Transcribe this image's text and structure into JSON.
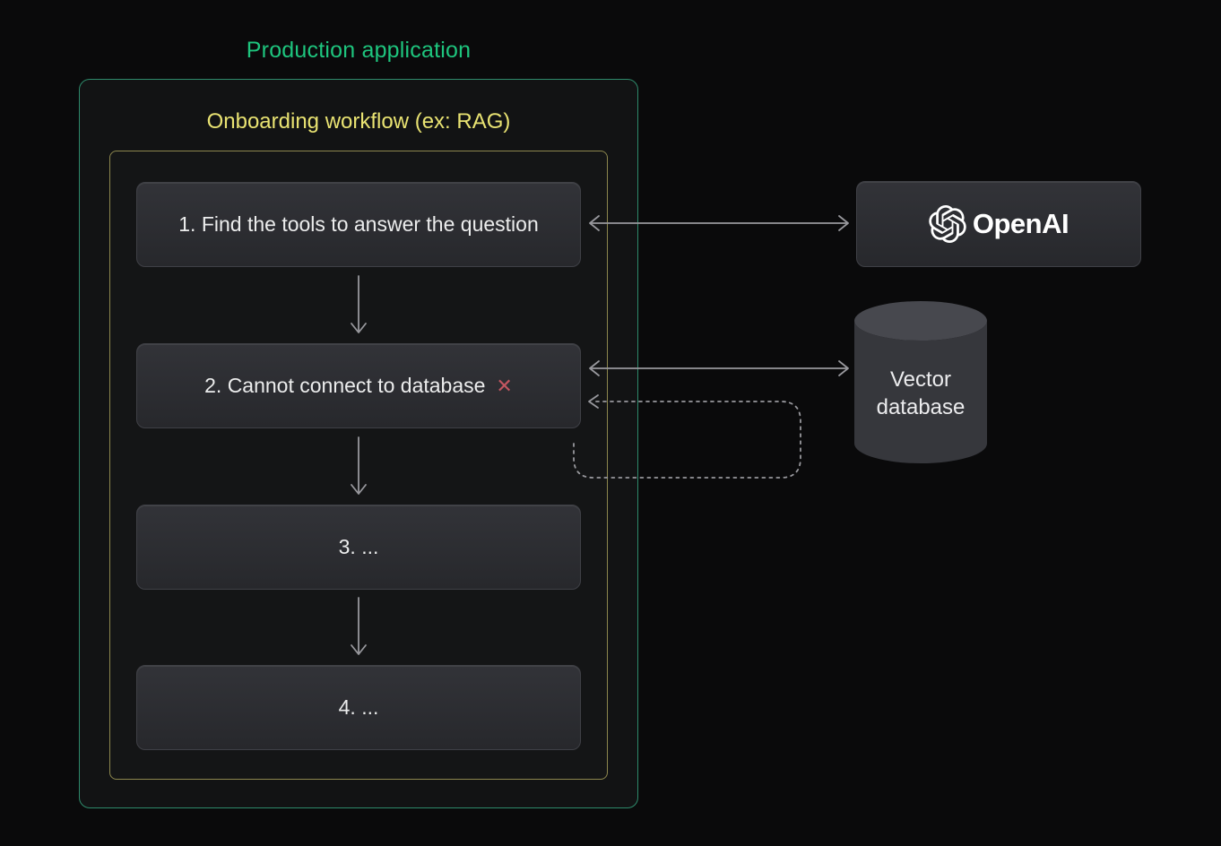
{
  "title": "Production application",
  "workflow": {
    "title": "Onboarding workflow (ex: RAG)",
    "steps": [
      {
        "label": "1. Find the tools to answer the question"
      },
      {
        "label": "2. Cannot connect to database",
        "error_mark": "✕"
      },
      {
        "label": "3. ..."
      },
      {
        "label": "4. ..."
      }
    ]
  },
  "external": {
    "openai": {
      "label": "OpenAI"
    },
    "vector_db": {
      "line1": "Vector",
      "line2": "database"
    }
  },
  "connectors": [
    {
      "name": "step1-to-step2",
      "type": "arrow-down"
    },
    {
      "name": "step2-to-step3",
      "type": "arrow-down"
    },
    {
      "name": "step3-to-step4",
      "type": "arrow-down"
    },
    {
      "name": "step1-openai",
      "type": "double-arrow"
    },
    {
      "name": "step2-vectordb",
      "type": "double-arrow"
    },
    {
      "name": "step2-retry-loop",
      "type": "dashed-arrow"
    }
  ],
  "colors": {
    "outer_border": "#2e8a6b",
    "outer_title": "#1ec57e",
    "inner_border": "#8d874e",
    "inner_title": "#e9e372",
    "arrow": "#98989d",
    "error_mark": "#c25660",
    "box_background_top": "#323338",
    "box_background_bottom": "#27282c",
    "page_background": "#0a0a0b"
  }
}
